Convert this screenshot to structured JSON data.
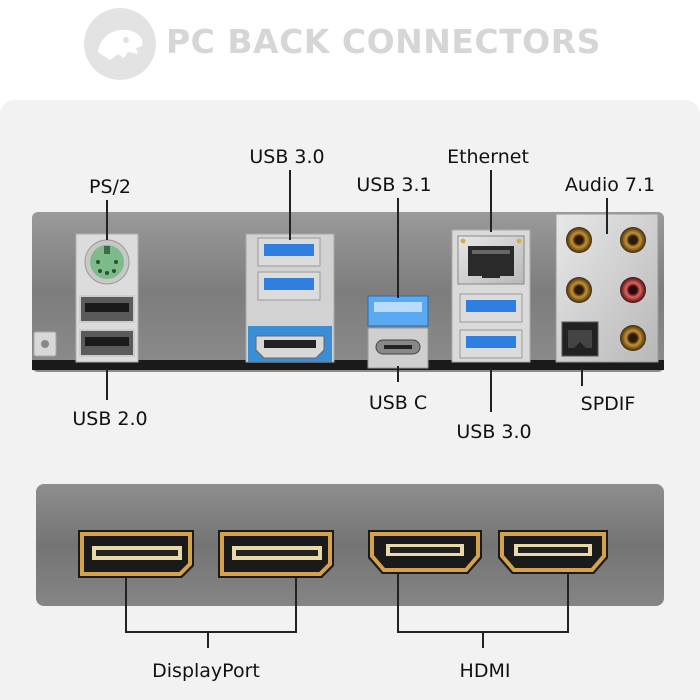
{
  "title": "PC BACK CONNECTORS",
  "logo_icon": "dinosaur-skull-icon",
  "colors": {
    "usb3_blue": "#2f7fe0",
    "usb31_blue": "#5aa9f2",
    "ps2_green": "#7dbb8a",
    "gold": "#d4a24a",
    "audio_pink": "#e05252",
    "io_panel": "#8a8a8a"
  },
  "labels": {
    "ps2": "PS/2",
    "usb30_top": "USB 3.0",
    "usb31": "USB 3.1",
    "ethernet": "Ethernet",
    "audio": "Audio 7.1",
    "usb20": "USB 2.0",
    "usbc": "USB C",
    "usb30_bottom": "USB 3.0",
    "spdif": "SPDIF",
    "displayport": "DisplayPort",
    "hdmi": "HDMI"
  }
}
